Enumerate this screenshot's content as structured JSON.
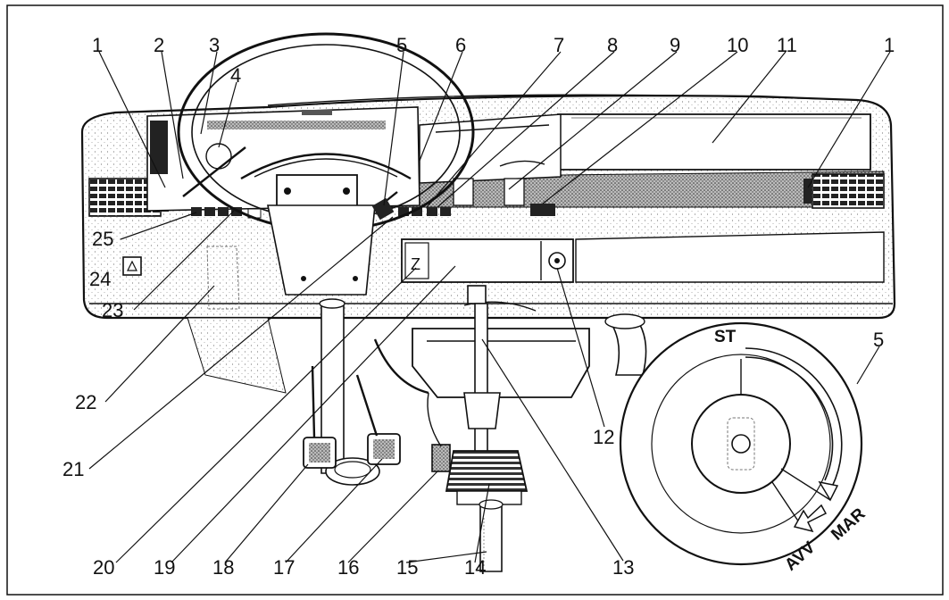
{
  "callouts": {
    "c1_left": "1",
    "c2": "2",
    "c3": "3",
    "c4": "4",
    "c5_top": "5",
    "c6": "6",
    "c7": "7",
    "c8": "8",
    "c9": "9",
    "c10": "10",
    "c11": "11",
    "c1_right": "1",
    "c25": "25",
    "c24": "24",
    "c23": "23",
    "c22": "22",
    "c21": "21",
    "c20": "20",
    "c19": "19",
    "c18": "18",
    "c17": "17",
    "c16": "16",
    "c15": "15",
    "c14": "14",
    "c13": "13",
    "c12": "12",
    "c5_detail": "5"
  },
  "ignition_detail": {
    "positions": [
      "ST",
      "MAR",
      "AVV"
    ]
  }
}
